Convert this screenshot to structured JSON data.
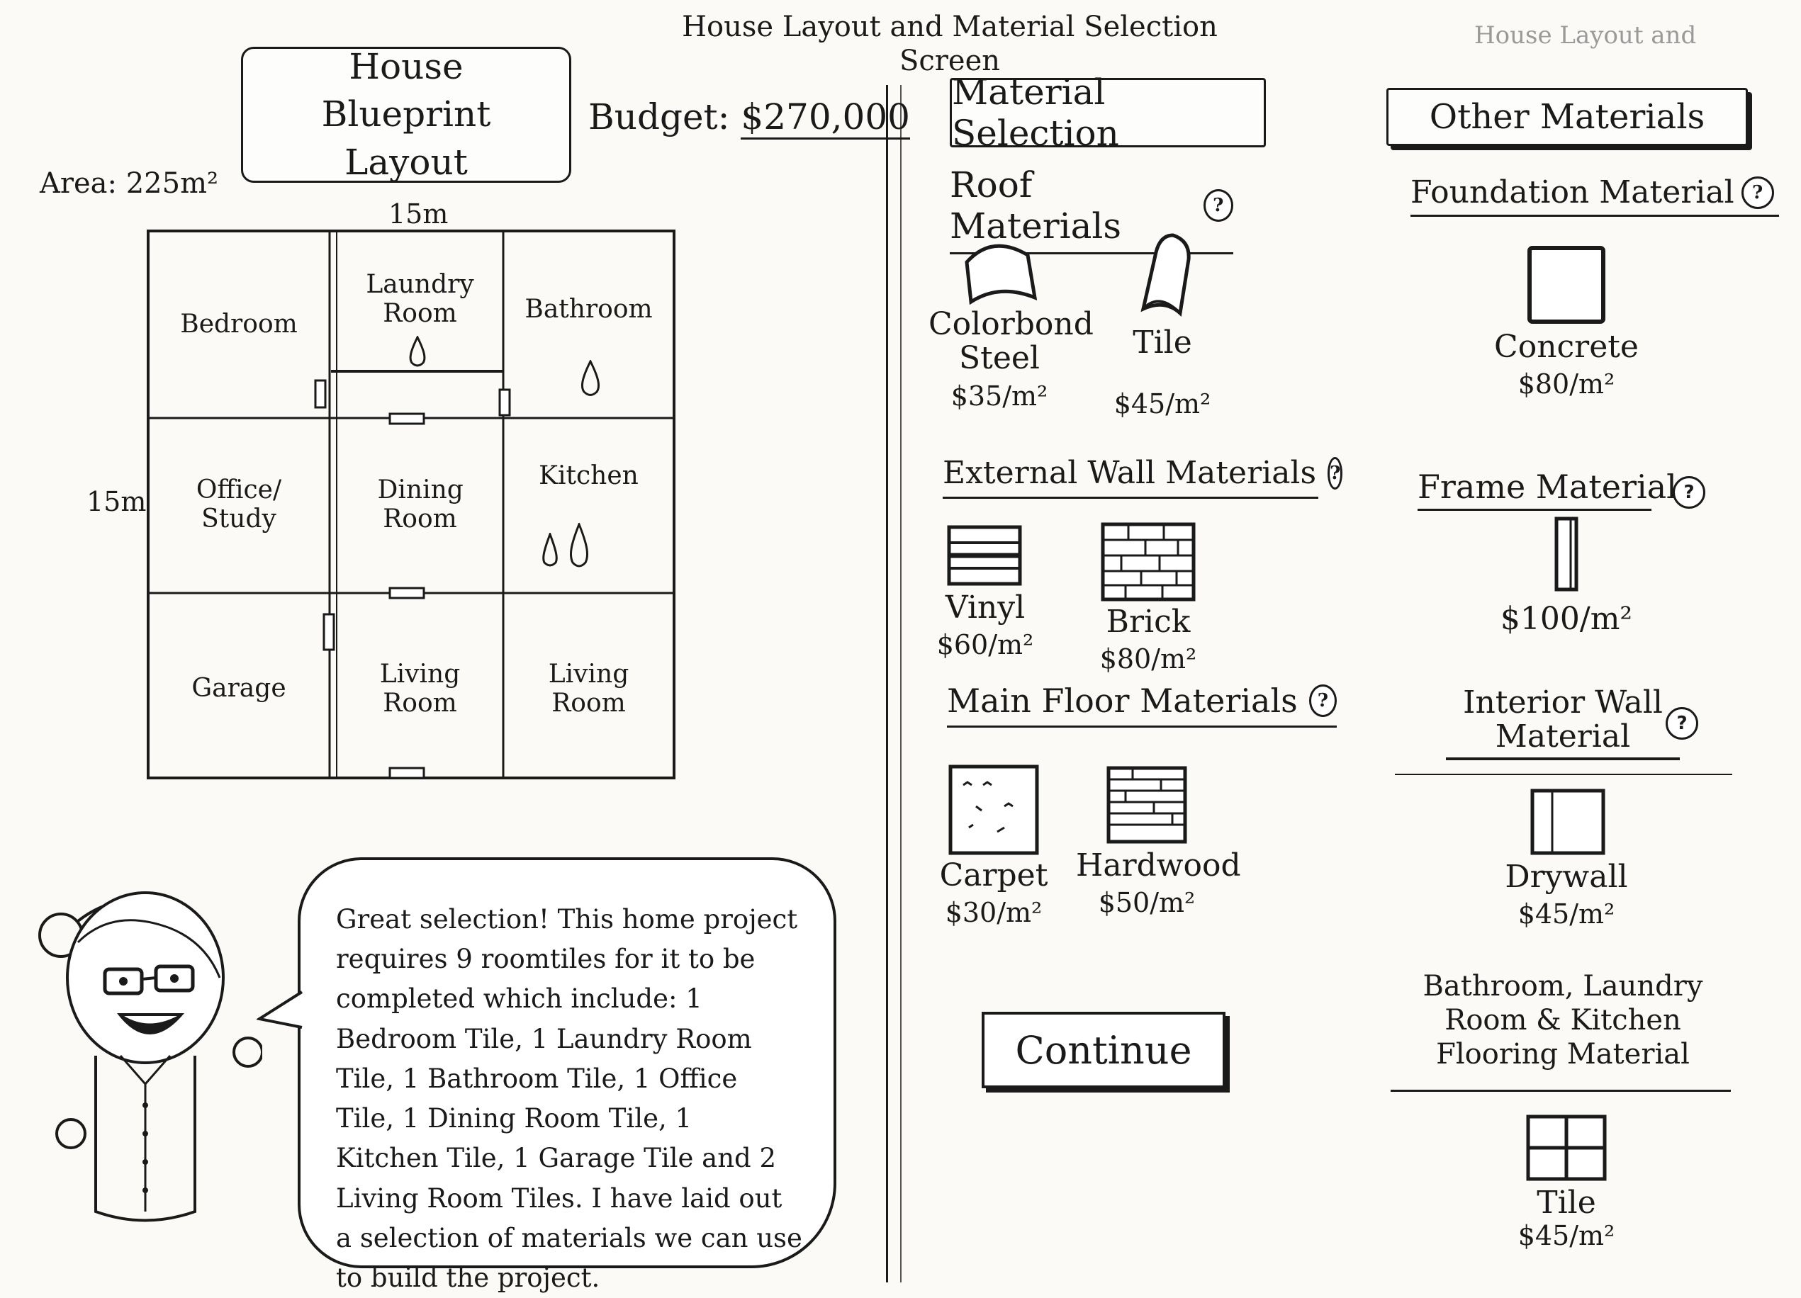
{
  "screen_title": "House Layout and Material Selection Screen",
  "corner_note": "House Layout and",
  "blueprint": {
    "title": "House Blueprint Layout",
    "budget_label": "Budget:",
    "budget_value": "$270,000",
    "area": "Area: 225m²",
    "width_label": "15m",
    "height_label": "15m",
    "rooms": [
      {
        "name": "Bedroom"
      },
      {
        "name": "Laundry Room"
      },
      {
        "name": "Bathroom"
      },
      {
        "name": "Office/ Study"
      },
      {
        "name": "Dining Room"
      },
      {
        "name": "Kitchen"
      },
      {
        "name": "Garage"
      },
      {
        "name": "Living Room"
      },
      {
        "name": "Living Room"
      }
    ]
  },
  "assistant": {
    "message": "Great selection! This home project requires 9 roomtiles for it to be completed which include: 1 Bedroom Tile, 1 Laundry Room Tile, 1 Bathroom Tile, 1 Office Tile, 1 Dining Room Tile, 1 Kitchen Tile, 1 Garage Tile and 2 Living Room Tiles. I have laid out a selection of materials we can use to build the project."
  },
  "material_selection": {
    "title": "Material Selection",
    "roof": {
      "title": "Roof Materials",
      "items": [
        {
          "label": "Colorbond Steel",
          "price": "$35/m²",
          "icon": "steel-sheet-icon"
        },
        {
          "label": "Tile",
          "price": "$45/m²",
          "icon": "roof-tile-icon"
        }
      ]
    },
    "external_wall": {
      "title": "External Wall Materials",
      "items": [
        {
          "label": "Vinyl",
          "price": "$60/m²",
          "icon": "vinyl-siding-icon"
        },
        {
          "label": "Brick",
          "price": "$80/m²",
          "icon": "brick-wall-icon"
        }
      ]
    },
    "main_floor": {
      "title": "Main Floor Materials",
      "items": [
        {
          "label": "Carpet",
          "price": "$30/m²",
          "icon": "carpet-icon"
        },
        {
          "label": "Hardwood",
          "price": "$50/m²",
          "icon": "hardwood-icon"
        }
      ]
    },
    "continue_label": "Continue"
  },
  "other_materials": {
    "title": "Other Materials",
    "foundation": {
      "title": "Foundation Material",
      "label": "Concrete",
      "price": "$80/m²"
    },
    "frame": {
      "title": "Frame Material",
      "price": "$100/m²"
    },
    "interior_wall": {
      "title": "Interior Wall Material",
      "label": "Drywall",
      "price": "$45/m²"
    },
    "wet_area": {
      "title": "Bathroom, Laundry Room & Kitchen Flooring Material",
      "label": "Tile",
      "price": "$45/m²"
    }
  },
  "help_symbol": "?"
}
